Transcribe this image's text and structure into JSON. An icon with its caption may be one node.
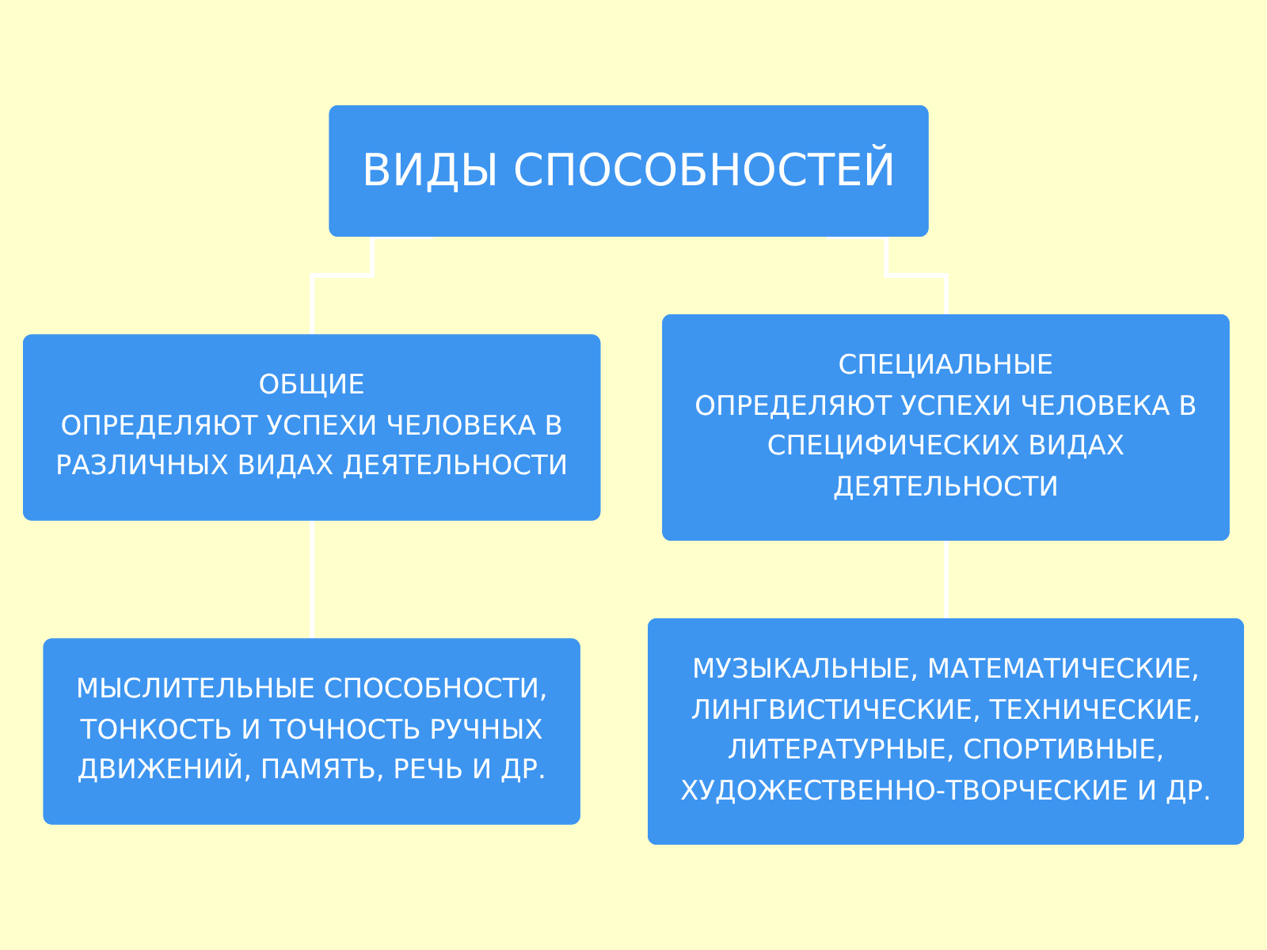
{
  "diagram": {
    "nodes": [
      {
        "text": [
          "ВИДЫ СПОСОБНОСТЕЙ"
        ]
      },
      {
        "text": [
          "ОБЩИЕ",
          "ОПРЕДЕЛЯЮТ УСПЕХИ ЧЕЛОВЕКА В РАЗЛИЧНЫХ ВИДАХ ДЕЯТЕЛЬНОСТИ"
        ]
      },
      {
        "text": [
          "СПЕЦИАЛЬНЫЕ",
          "ОПРЕДЕЛЯЮТ УСПЕХИ ЧЕЛОВЕКА В СПЕЦИФИЧЕСКИХ ВИДАХ ДЕЯТЕЛЬНОСТИ"
        ]
      },
      {
        "text": [
          "МЫСЛИТЕЛЬНЫЕ СПОСОБНОСТИ, ТОНКОСТЬ И ТОЧНОСТЬ РУЧНЫХ ДВИЖЕНИЙ, ПАМЯТЬ, РЕЧЬ И ДР."
        ]
      },
      {
        "text": [
          "МУЗЫКАЛЬНЫЕ, МАТЕМАТИЧЕСКИЕ, ЛИНГВИСТИЧЕСКИЕ, ТЕХНИЧЕСКИЕ, ЛИТЕРАТУРНЫЕ, СПОРТИВНЫЕ, ХУДОЖЕСТВЕННО-ТВОРЧЕСКИЕ И ДР."
        ]
      }
    ],
    "edges": [
      {
        "from": 0,
        "to": 1,
        "arrow": "none"
      },
      {
        "from": 0,
        "to": 2,
        "arrow": "none"
      },
      {
        "from": 1,
        "to": 3,
        "arrow": "none"
      },
      {
        "from": 2,
        "to": 4,
        "arrow": "none"
      }
    ]
  }
}
